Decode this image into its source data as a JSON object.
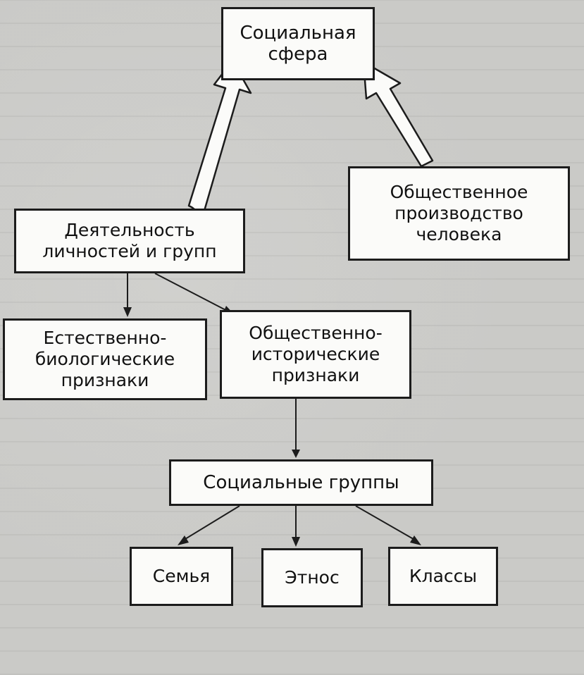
{
  "nodes": {
    "social_sphere": "Социальная\nсфера",
    "activity": "Деятельность\nличностей и групп",
    "production": "Общественное\nпроизводство\nчеловека",
    "natural_bio": "Естественно-\nбиологические\nпризнаки",
    "social_hist": "Общественно-\nисторические\nпризнаки",
    "social_groups": "Социальные группы",
    "family": "Семья",
    "ethnos": "Этнос",
    "classes": "Классы"
  },
  "colors": {
    "background": "#c8c8c5",
    "box_fill": "#fbfbf9",
    "stroke": "#1c1c1c"
  }
}
